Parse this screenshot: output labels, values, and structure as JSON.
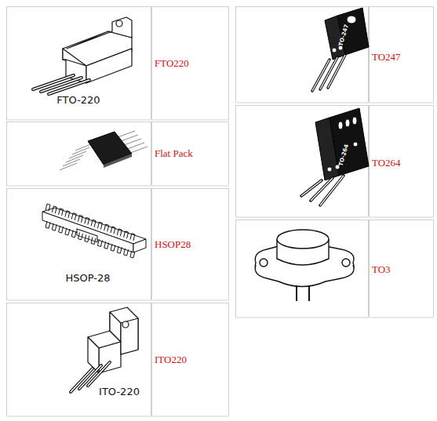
{
  "diagram": {
    "labels": [
      "FTO-220",
      "FTO220",
      "TO-247",
      "TO247",
      "Flat Pack",
      "TO-264",
      "TO264",
      "HSOP-28",
      "HSOP28",
      "TO3",
      "ITO-220",
      "ITO220"
    ]
  }
}
